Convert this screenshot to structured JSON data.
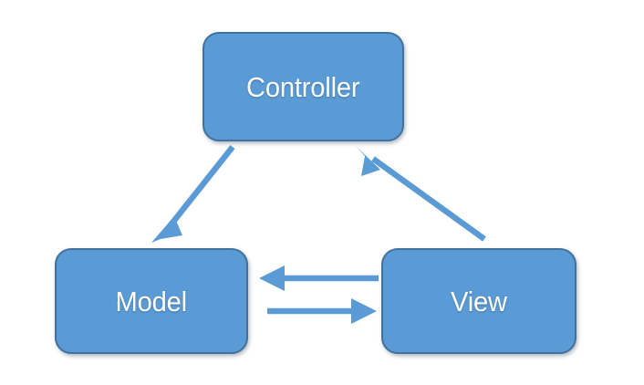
{
  "diagram": {
    "type": "mvc-pattern-diagram",
    "background_color": "#ffffff",
    "node_fill_color": "#5b9bd5",
    "node_border_color": "#41719c",
    "node_text_color": "#ffffff",
    "arrow_color": "#5b9bd5",
    "nodes": [
      {
        "id": "controller",
        "label": "Controller"
      },
      {
        "id": "model",
        "label": "Model"
      },
      {
        "id": "view",
        "label": "View"
      }
    ],
    "edges": [
      {
        "id": "controller-to-model",
        "from": "Controller",
        "to": "Model",
        "direction": "down-left",
        "style": "solid-arrow"
      },
      {
        "id": "view-to-controller",
        "from": "View",
        "to": "Controller",
        "direction": "up-left",
        "style": "solid-arrow"
      },
      {
        "id": "view-to-model",
        "from": "View",
        "to": "Model",
        "direction": "left",
        "style": "solid-arrow"
      },
      {
        "id": "model-to-view",
        "from": "Model",
        "to": "View",
        "direction": "right",
        "style": "solid-arrow"
      }
    ]
  }
}
